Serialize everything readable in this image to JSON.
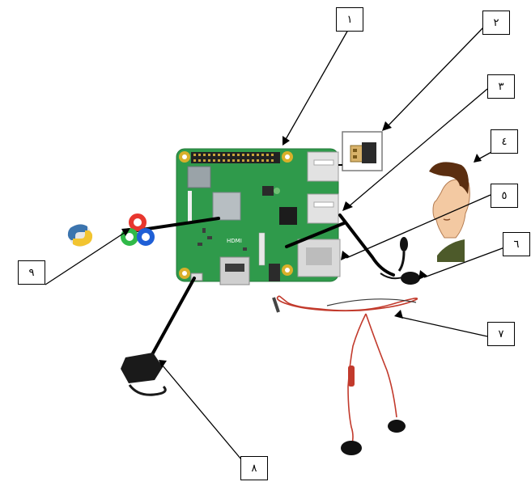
{
  "callouts": [
    {
      "id": "1",
      "label": "١",
      "part": "gpio-header"
    },
    {
      "id": "2",
      "label": "٢",
      "part": "usb-wifi-dongle"
    },
    {
      "id": "3",
      "label": "٣",
      "part": "usb-port"
    },
    {
      "id": "4",
      "label": "٤",
      "part": "face-image"
    },
    {
      "id": "5",
      "label": "٥",
      "part": "camera-connector"
    },
    {
      "id": "6",
      "label": "٦",
      "part": "microphone"
    },
    {
      "id": "7",
      "label": "٧",
      "part": "earphones"
    },
    {
      "id": "8",
      "label": "٨",
      "part": "power-adapter"
    },
    {
      "id": "9",
      "label": "٩",
      "part": "opencv-software"
    }
  ],
  "board": {
    "hdmi_text": "HDMI"
  },
  "colors": {
    "board_green": "#2f9a4b",
    "gold": "#d8b02a",
    "cable_red": "#c23a2c",
    "opencv_red": "#e8362e",
    "opencv_green": "#30b948",
    "opencv_blue": "#1f5fd6",
    "python_blue": "#3b74ae",
    "python_yellow": "#f2c430"
  },
  "icons": [
    "python-logo-icon",
    "opencv-logo-icon",
    "usb-dongle-icon",
    "face-icon",
    "microphone-icon",
    "earphones-icon",
    "power-adapter-icon"
  ]
}
